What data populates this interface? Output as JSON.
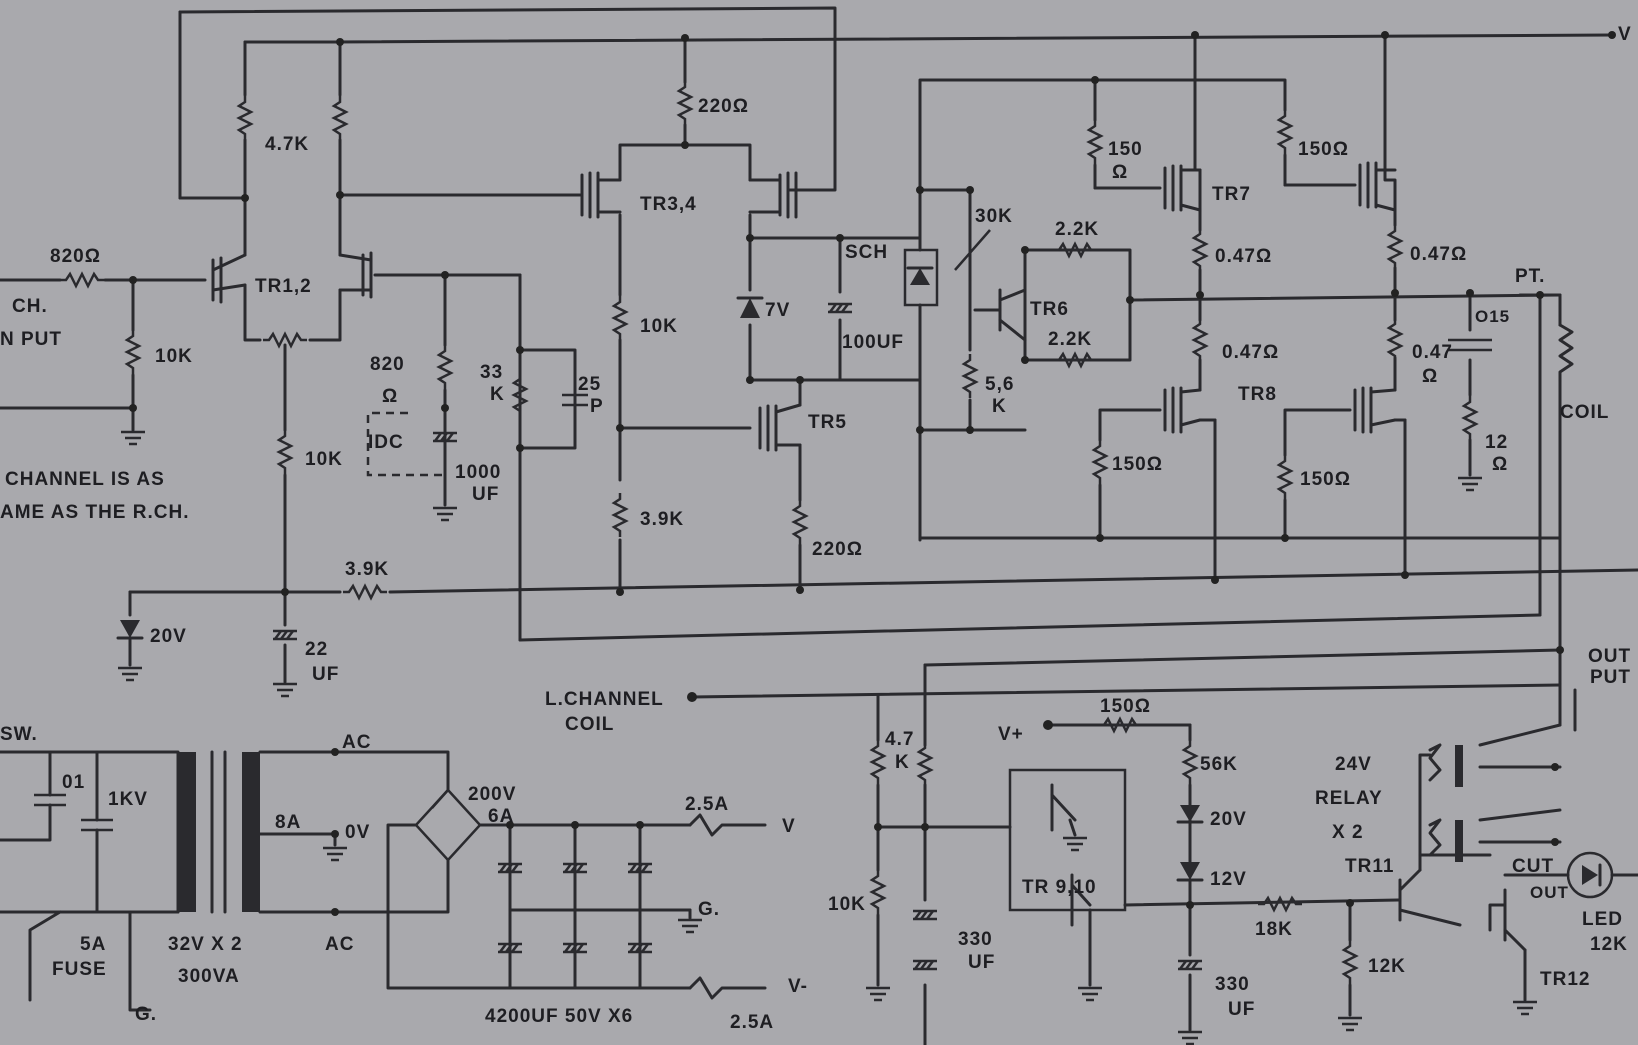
{
  "labels": {
    "v_plus_top": "V",
    "r_4_7k": "4.7K",
    "r_220_top": "220Ω",
    "r_820_in": "820Ω",
    "ch_in_1": "CH.",
    "ch_in_2": "N PUT",
    "tr12": "TR1,2",
    "r_10k_in": "10K",
    "tr34": "TR3,4",
    "r_150_a": "150",
    "r_150_a_u": "Ω",
    "r_150_b": "150Ω",
    "tr7": "TR7",
    "r_30k": "30K",
    "r_2_2k_a": "2.2K",
    "r_047_a": "0.47Ω",
    "r_047_b": "0.47Ω",
    "sch": "SCH",
    "z7v": "7V",
    "c100uf": "100UF",
    "r_10k_mid": "10K",
    "tr6": "TR6",
    "r_2_2k_b": "2.2K",
    "r_047_c": "0.47Ω",
    "tr8": "TR8",
    "r_047_d": "0.47",
    "r_047_d_u": "Ω",
    "pt": "PT.",
    "c015": "O15",
    "coil": "COIL",
    "r_12": "12",
    "r_12_u": "Ω",
    "r_820_mid": "820",
    "r_820_mid_u": "Ω",
    "r_33k": "33",
    "r_33k_k": "K",
    "c25p": "25",
    "c25p_p": "P",
    "r_5_6k": "5,6",
    "r_5_6k_k": "K",
    "tr5": "TR5",
    "idc": "IDC",
    "c1000": "1000",
    "c1000_u": "UF",
    "r_10k_low": "10K",
    "note1": "CHANNEL IS AS",
    "note2": "AME AS THE R.CH.",
    "r_39k_mid": "3.9K",
    "r_150_c": "150Ω",
    "r_150_d": "150Ω",
    "r_220_low": "220Ω",
    "r_39k_low": "3.9K",
    "z20v": "20V",
    "c22": "22",
    "c22_u": "UF",
    "out1": "OUT",
    "out2": "PUT",
    "lch1": "L.CHANNEL",
    "lch2": "COIL",
    "r_4_7k_b": "4.7",
    "r_4_7k_b_k": "K",
    "vplus": "V+",
    "r_150_e": "150Ω",
    "sw": "SW.",
    "c01": "01",
    "c1kv": "1KV",
    "ac_top": "AC",
    "r_56k": "56K",
    "relay1": "24V",
    "relay2": "RELAY",
    "relay3": "X 2",
    "b200v": "200V",
    "b6a": "6A",
    "f25a_top": "2.5A",
    "v_right": "V",
    "t8a": "8A",
    "t0v": "0V",
    "z20v_b": "20V",
    "tr910": "TR 9,10",
    "z12v": "12V",
    "tr11": "TR11",
    "cut": "CUT",
    "cutout": "OUT",
    "g_mid": "G.",
    "r_10k_r": "10K",
    "c330a": "330",
    "c330a_u": "UF",
    "r_18k": "18K",
    "r_12k": "12K",
    "led": "LED",
    "r_12k_edge": "12K",
    "fuse_a": "5A",
    "fuse_b": "FUSE",
    "t32v": "32V X 2",
    "t300va": "300VA",
    "ac_bot": "AC",
    "c330b": "330",
    "c330b_u": "UF",
    "tr12b": "TR12",
    "g_bot": "G.",
    "caps": "4200UF 50V X6",
    "f25a_bot": "2.5A",
    "v_minus": "V-"
  }
}
